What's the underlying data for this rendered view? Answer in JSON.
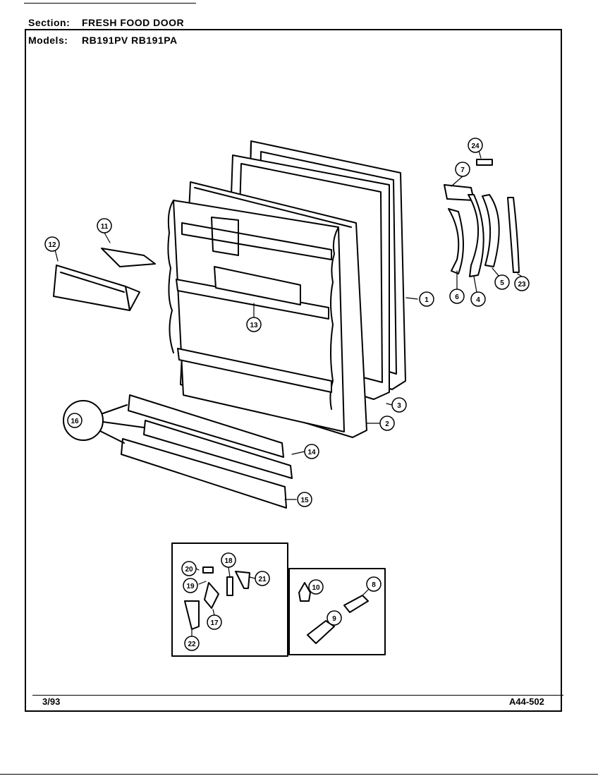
{
  "header": {
    "section_label": "Section:",
    "section_value": "FRESH FOOD DOOR",
    "models_label": "Models:",
    "models_value": "RB191PV RB191PA"
  },
  "footer": {
    "date": "3/93",
    "code": "A44-502"
  },
  "callouts": [
    "1",
    "2",
    "3",
    "4",
    "5",
    "6",
    "7",
    "8",
    "9",
    "10",
    "11",
    "12",
    "13",
    "14",
    "15",
    "16",
    "17",
    "18",
    "19",
    "20",
    "21",
    "22",
    "23",
    "24"
  ]
}
